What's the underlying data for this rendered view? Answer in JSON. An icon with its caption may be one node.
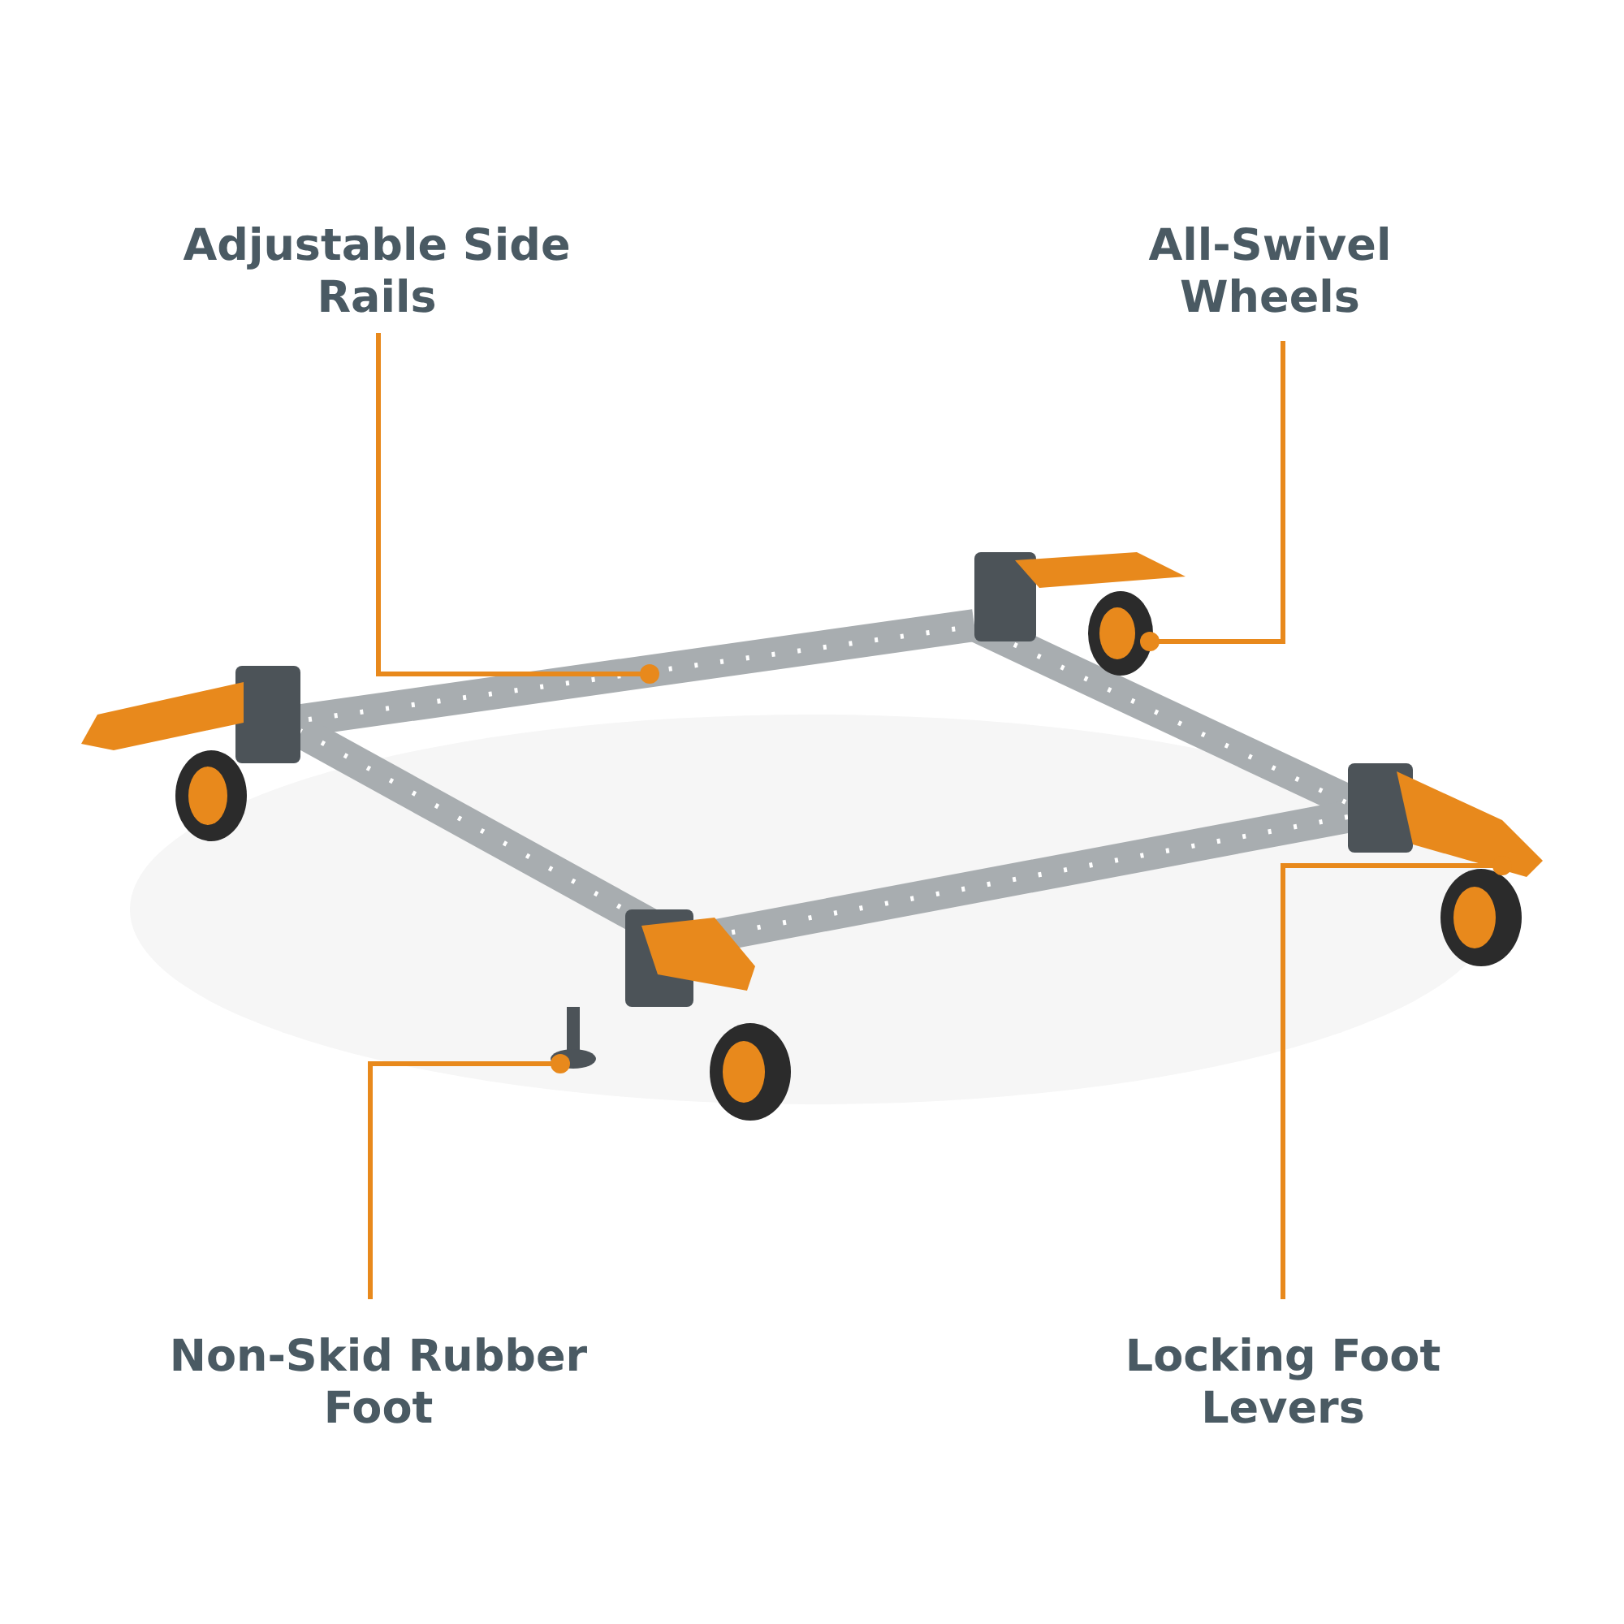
{
  "diagram": {
    "nodes": [
      {
        "text": [
          "Adjustable Side Rails"
        ]
      },
      {
        "text": [
          "All-Swivel Wheels"
        ]
      },
      {
        "text": [
          "Non-Skid Rubber Foot"
        ]
      },
      {
        "text": [
          "Locking Foot Levers"
        ]
      }
    ],
    "edges": [
      {
        "from": 0,
        "to": null,
        "arrow": "other"
      },
      {
        "from": 1,
        "to": null,
        "arrow": "other"
      },
      {
        "from": 2,
        "to": null,
        "arrow": "other"
      },
      {
        "from": 3,
        "to": null,
        "arrow": "other"
      }
    ]
  }
}
